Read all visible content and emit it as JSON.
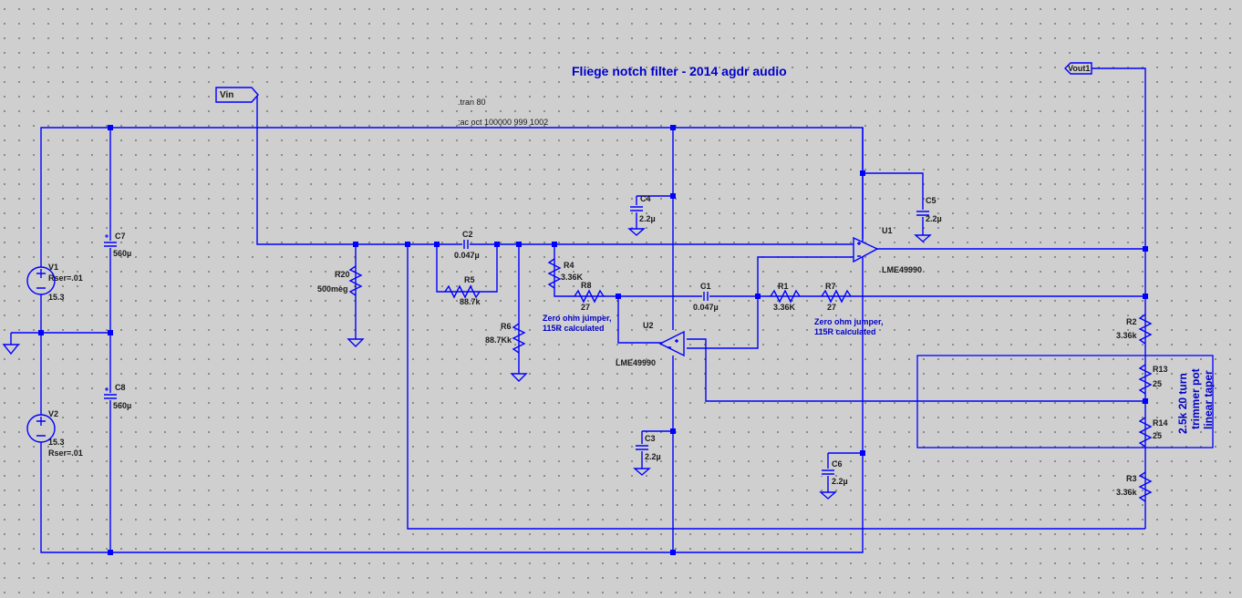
{
  "title": "Fliege notch filter - 2014 agdr audio",
  "directives": [
    ".tran 80",
    ";ac oct 100000 999 1002"
  ],
  "net_labels": {
    "vin": "Vin",
    "vout": "Vout1"
  },
  "components": {
    "V1": {
      "ref": "V1",
      "params": [
        "Rser=.01",
        "15.3"
      ]
    },
    "V2": {
      "ref": "V2",
      "params": [
        "15.3",
        "Rser=.01"
      ]
    },
    "C7": {
      "ref": "C7",
      "value": "560µ"
    },
    "C8": {
      "ref": "C8",
      "value": "560µ"
    },
    "R20": {
      "ref": "R20",
      "value": "500meg"
    },
    "C2": {
      "ref": "C2",
      "value": "0.047µ"
    },
    "R5": {
      "ref": "R5",
      "value": "88.7k"
    },
    "R6": {
      "ref": "R6",
      "value": "88.7Kk"
    },
    "R4": {
      "ref": "R4",
      "value": "3.36K"
    },
    "R8": {
      "ref": "R8",
      "value": "27"
    },
    "C4": {
      "ref": "C4",
      "value": "2.2µ"
    },
    "C3": {
      "ref": "C3",
      "value": "2.2µ"
    },
    "C1": {
      "ref": "C1",
      "value": "0.047µ"
    },
    "R1": {
      "ref": "R1",
      "value": "3.36K"
    },
    "R7": {
      "ref": "R7",
      "value": "27"
    },
    "C5": {
      "ref": "C5",
      "value": "2.2µ"
    },
    "C6": {
      "ref": "C6",
      "value": "2.2µ"
    },
    "U1": {
      "ref": "U1",
      "value": "LME49990"
    },
    "U2": {
      "ref": "U2",
      "value": "LME49990"
    },
    "R2": {
      "ref": "R2",
      "value": "3.36k"
    },
    "R13": {
      "ref": "R13",
      "value": "25"
    },
    "R14": {
      "ref": "R14",
      "value": "25"
    },
    "R3": {
      "ref": "R3",
      "value": "3.36k"
    }
  },
  "notes": {
    "jumper_r8": [
      "Zero ohm jumper,",
      "115R calculated"
    ],
    "jumper_r7": [
      "Zero ohm jumper,",
      "115R calculated"
    ],
    "trimmer": [
      "2.5k 20 turn",
      "trimmer pot",
      "linear taper"
    ]
  },
  "colors": {
    "wire": "#0000ff",
    "text": "#1a1a1a",
    "annotation": "#0000c8",
    "background": "#cfcfcf"
  }
}
